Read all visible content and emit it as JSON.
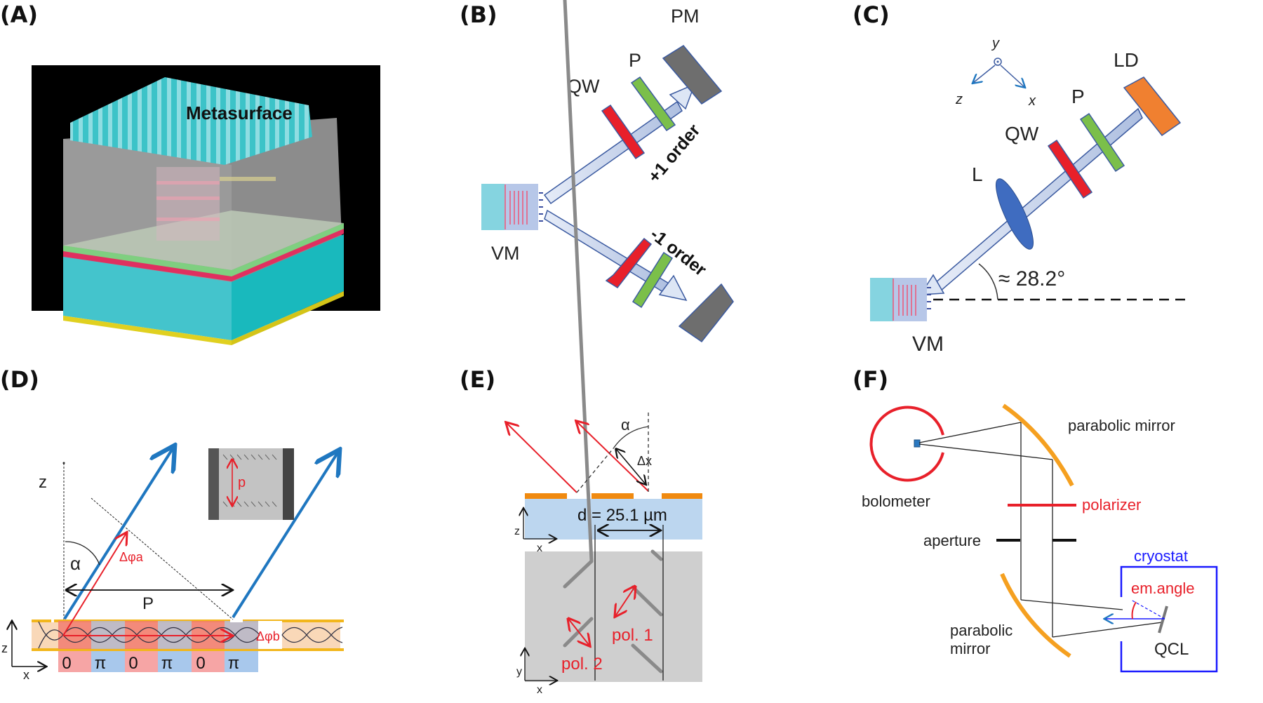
{
  "panels": {
    "a": {
      "label": "(A)",
      "metasurface": "Metasurface"
    },
    "b": {
      "label": "(B)",
      "pm": "PM",
      "p": "P",
      "qw": "QW",
      "vm": "VM",
      "plus_order": "+1 order",
      "minus_order": "-1 order"
    },
    "c": {
      "label": "(C)",
      "axis_y": "y",
      "axis_z": "z",
      "axis_x": "x",
      "ld": "LD",
      "p": "P",
      "qw": "QW",
      "l": "L",
      "angle": "≈ 28.2°",
      "vm": "VM"
    },
    "d": {
      "label": "(D)",
      "z": "z",
      "alpha": "α",
      "delta_phi_a": "Δφa",
      "delta_phi_b": "Δφb",
      "period_big": "P",
      "period_small": "p",
      "axis_z": "z",
      "axis_x": "x",
      "phases": [
        "0",
        "π",
        "0",
        "π",
        "0",
        "π"
      ]
    },
    "e": {
      "label": "(E)",
      "alpha": "α",
      "delta_x": "Δx",
      "distance": "d = 25.1 µm",
      "axis_z": "z",
      "axis_x": "x",
      "axis_y": "y",
      "pol1": "pol. 1",
      "pol2": "pol. 2",
      "axis_x2": "x"
    },
    "f": {
      "label": "(F)",
      "bolometer": "bolometer",
      "parabolic_mirror_top": "parabolic mirror",
      "polarizer": "polarizer",
      "aperture": "aperture",
      "cryostat": "cryostat",
      "em_angle": "em.angle",
      "parabolic_mirror_bottom_1": "parabolic",
      "parabolic_mirror_bottom_2": "mirror",
      "qcl": "QCL"
    }
  },
  "colors": {
    "red": "#e8202a",
    "green": "#7bbf4a",
    "orange": "#f0a020",
    "blue_beam": "#1f77c0",
    "cryostat": "#1a1aff",
    "cyan": "#3cc3c8"
  }
}
